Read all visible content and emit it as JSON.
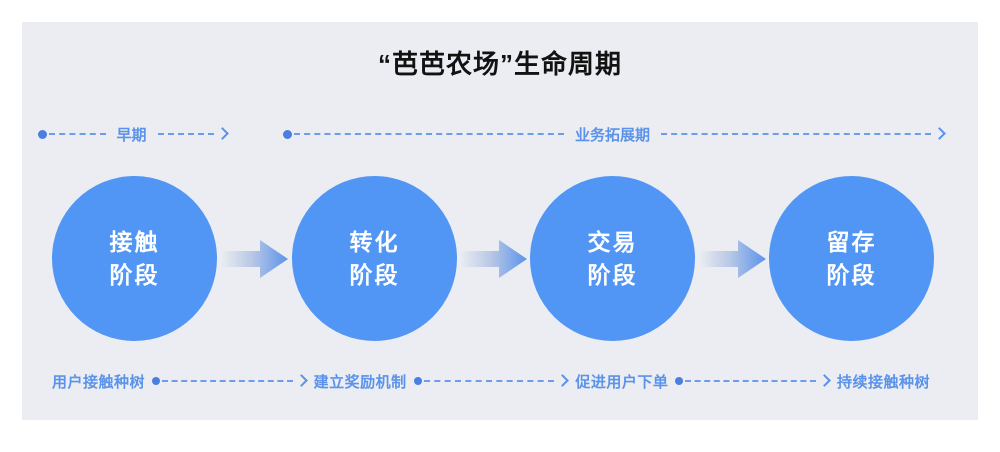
{
  "title": "“芭芭农场”生命周期",
  "colors": {
    "page_bg": "#ffffff",
    "card_bg": "#ebedf2",
    "circle_blue": "#5196f5",
    "accent_blue": "#5b93ea",
    "dot_blue": "#4a7fe0",
    "title_color": "#121212",
    "arrow_gradient_start": "#e9ecf1",
    "arrow_gradient_end": "#5b93ea"
  },
  "phases": [
    {
      "label": "早期",
      "start_icon": "dot-icon",
      "end_icon": "chevron-right-icon"
    },
    {
      "label": "业务拓展期",
      "start_icon": "dot-icon",
      "end_icon": "chevron-right-icon"
    }
  ],
  "stages": [
    {
      "line1": "接触",
      "line2": "阶段"
    },
    {
      "line1": "转化",
      "line2": "阶段"
    },
    {
      "line1": "交易",
      "line2": "阶段"
    },
    {
      "line1": "留存",
      "line2": "阶段"
    }
  ],
  "stage_connectors": [
    {
      "icon": "arrow-right-gradient-icon"
    },
    {
      "icon": "arrow-right-gradient-icon"
    },
    {
      "icon": "arrow-right-gradient-icon"
    }
  ],
  "actions": [
    "用户接触种树",
    "建立奖励机制",
    "促进用户下单",
    "持续接触种树"
  ],
  "action_connectors": [
    {
      "start_icon": "dot-icon",
      "end_icon": "chevron-right-icon"
    },
    {
      "start_icon": "dot-icon",
      "end_icon": "chevron-right-icon"
    },
    {
      "start_icon": "dot-icon",
      "end_icon": "chevron-right-icon"
    }
  ]
}
